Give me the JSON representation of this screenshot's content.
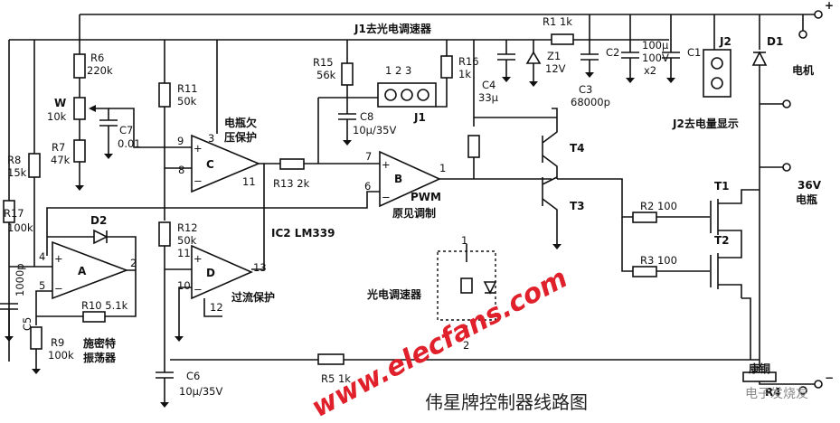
{
  "title": "伟星牌控制器线路图",
  "watermark": "www.elecfans.com",
  "watermark2": "电子发烧友",
  "labels": {
    "j1_top": "J1去光电调速器",
    "r1": "R1 1k",
    "r6": "R6",
    "r6v": "220k",
    "w": "W",
    "wv": "10k",
    "r7": "R7",
    "r7v": "47k",
    "c7": "C7",
    "c7v": "0.01",
    "r8": "R8",
    "r8v": "15k",
    "r17": "R17",
    "r17v": "100k",
    "r11": "R11",
    "r11v": "50k",
    "under_v": "电瓶欠",
    "under_v2": "压保护",
    "r15": "R15",
    "r15v": "56k",
    "j1_pins": "1  2  3",
    "r16": "R16",
    "r16v": "1k",
    "c8": "C8",
    "c8v": "10μ/35V",
    "j1": "J1",
    "c4": "C4",
    "c4v": "33μ",
    "z1": "Z1",
    "z1v": "12V",
    "c3": "C3",
    "c3v": "68000p",
    "c2": "C2",
    "c1v1": "100μ",
    "c1v2": "100V",
    "c1v3": "x2",
    "c1": "C1",
    "j2": "J2",
    "d1": "D1",
    "motor": "电机",
    "j2_note": "J2去电量显示",
    "t4": "T4",
    "t3": "T3",
    "pin9": "9",
    "pin3": "3",
    "pin8": "8",
    "pin11a": "11",
    "opC": "C",
    "r13": "R13  2k",
    "pin7": "7",
    "pin1": "1",
    "opB": "B",
    "pin6": "6",
    "pwm": "PWM",
    "pwm2": "原见调制",
    "d2": "D2",
    "r12": "R12",
    "r12v": "50k",
    "ic2": "IC2 LM339",
    "pin4": "4",
    "pin2": "2",
    "opA": "A",
    "pin5": "5",
    "r10": "R10  5.1k",
    "c5v": "1000p",
    "c5": "C5",
    "r9": "R9",
    "r9v": "100k",
    "schmitt": "施密特",
    "schmitt2": "振荡器",
    "pin11b": "11",
    "pin13": "13",
    "opD": "D",
    "pin10": "10",
    "pin12": "12",
    "overcur": "过流保护",
    "photo": "光电调速器",
    "p1": "1",
    "p2": "2",
    "c6": "C6",
    "c6v": "10μ/35V",
    "r5": "R5  1k",
    "r2": "R2  100",
    "r3": "R3  100",
    "t1": "T1",
    "t2": "T2",
    "bat": "36V",
    "bat2": "电瓶",
    "kang": "康铜",
    "r4": "R4",
    "plus": "+",
    "minus": "−"
  }
}
